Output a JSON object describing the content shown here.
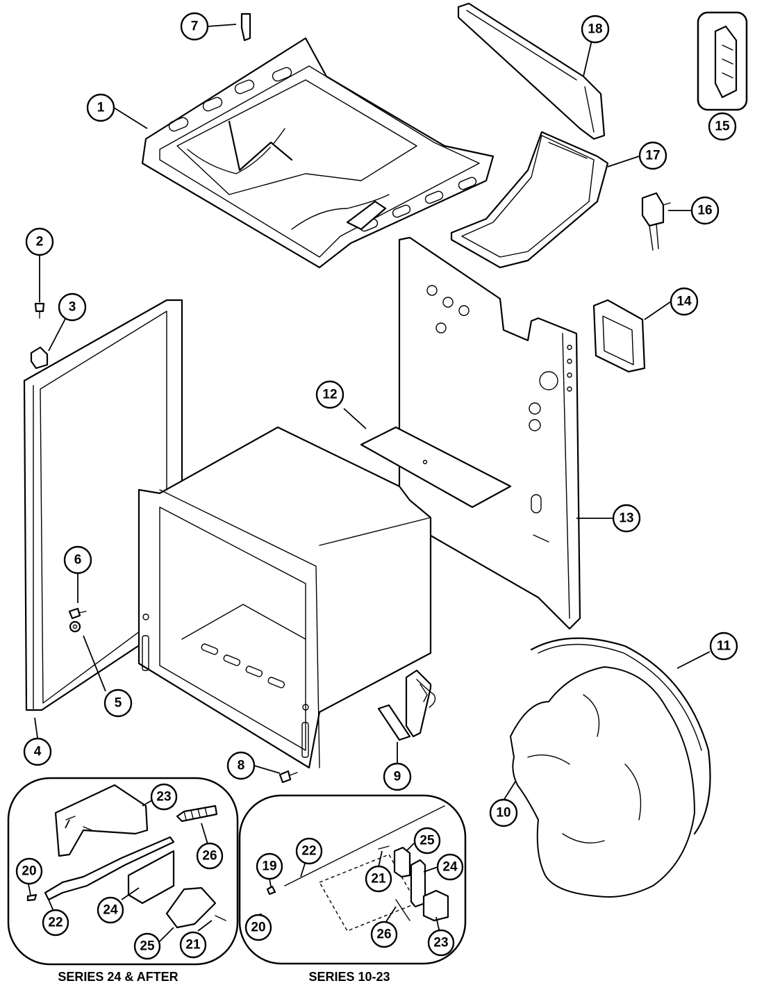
{
  "diagram": {
    "parts": [
      {
        "id": "cooktop-support-frame",
        "callout": "1"
      },
      {
        "id": "screw",
        "callout": "2"
      },
      {
        "id": "clip",
        "callout": "3"
      },
      {
        "id": "side-panel",
        "callout": "4"
      },
      {
        "id": "nut",
        "callout": "5"
      },
      {
        "id": "screw",
        "callout": "6"
      },
      {
        "id": "bracket",
        "callout": "7"
      },
      {
        "id": "screw",
        "callout": "8"
      },
      {
        "id": "door-hinge",
        "callout": "9"
      },
      {
        "id": "insulation",
        "callout": "10"
      },
      {
        "id": "insulation-retainer",
        "callout": "11"
      },
      {
        "id": "shield",
        "callout": "12"
      },
      {
        "id": "back-panel",
        "callout": "13"
      },
      {
        "id": "terminal-block-bracket",
        "callout": "14"
      },
      {
        "id": "terminal-block",
        "callout": "15"
      },
      {
        "id": "switch",
        "callout": "16"
      },
      {
        "id": "vent-duct",
        "callout": "17"
      },
      {
        "id": "duct-support",
        "callout": "18"
      }
    ],
    "inset_left": {
      "caption": "SERIES 24 & AFTER",
      "callouts": [
        "20",
        "22",
        "23",
        "24",
        "25",
        "21",
        "26"
      ]
    },
    "inset_right": {
      "caption": "SERIES 10-23",
      "callouts": [
        "19",
        "20",
        "22",
        "21",
        "25",
        "24",
        "26",
        "23"
      ]
    }
  }
}
